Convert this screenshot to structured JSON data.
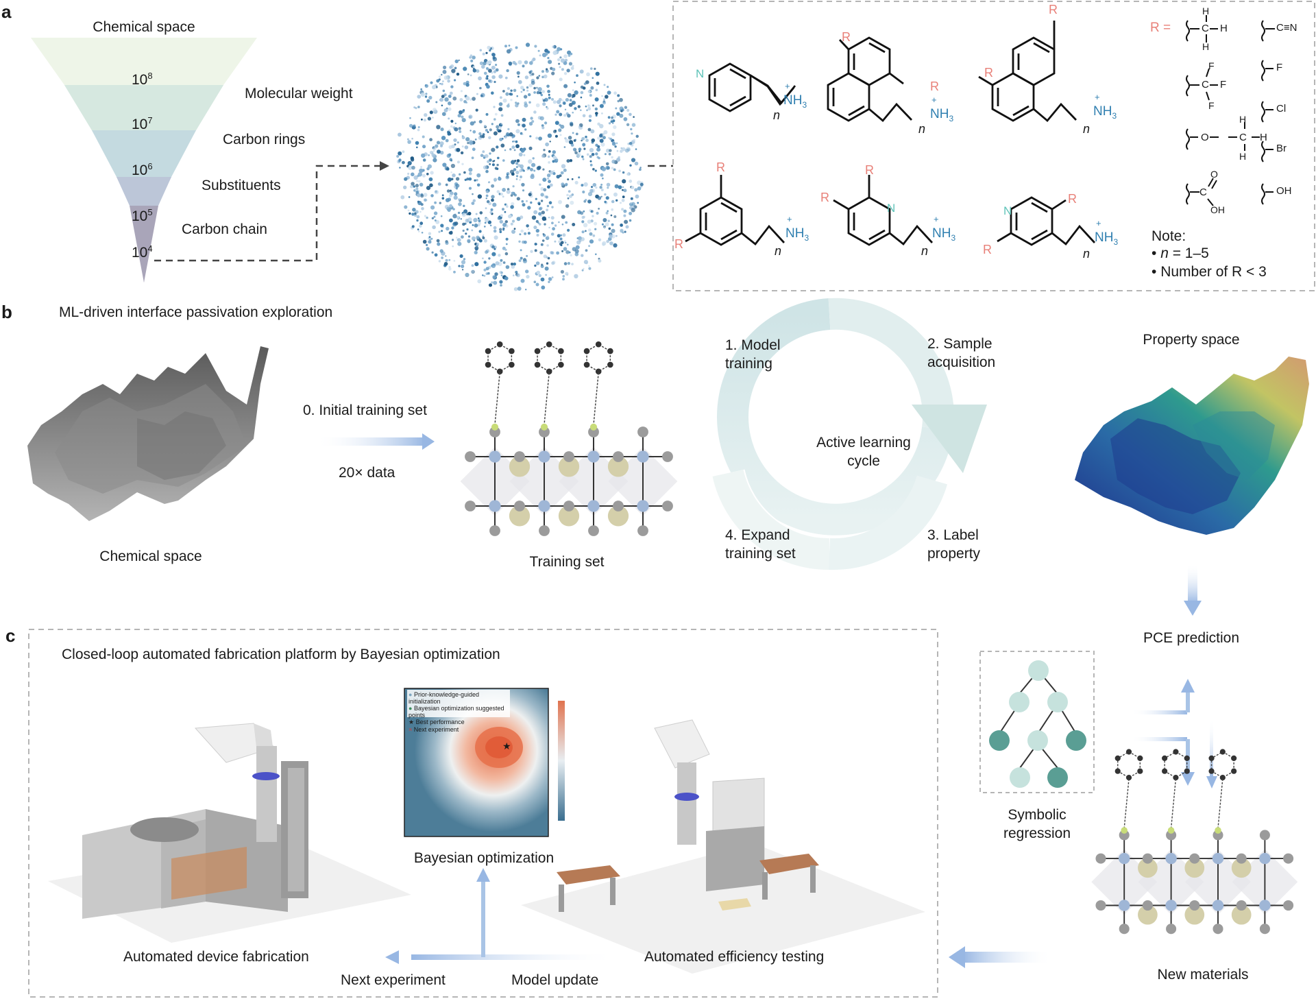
{
  "panels": {
    "a": "a",
    "b": "b",
    "c": "c"
  },
  "panel_a": {
    "funnel_title": "Chemical space",
    "levels": [
      {
        "mantissa": "10",
        "exp": "8",
        "label": "Molecular weight"
      },
      {
        "mantissa": "10",
        "exp": "7",
        "label": "Carbon rings"
      },
      {
        "mantissa": "10",
        "exp": "6",
        "label": "Substituents"
      },
      {
        "mantissa": "10",
        "exp": "5",
        "label": "Carbon chain"
      },
      {
        "mantissa": "10",
        "exp": "4",
        "label": ""
      }
    ],
    "molecules": {
      "r": "R",
      "n_atom": "N",
      "nh3": "NH",
      "nh3_sub": "3",
      "plus": "+",
      "n_index": "n"
    },
    "r_groups": {
      "title": "R =",
      "h": "H",
      "c": "C",
      "f": "F",
      "o": "O",
      "cn": "C≡N",
      "f_sub": "F",
      "cl": "Cl",
      "br": "Br",
      "oh": "OH",
      "oh2": "OH"
    },
    "note": {
      "title": "Note:",
      "line1_var": "n",
      "line1_rest": " = 1–5",
      "line2": "Number of R < 3"
    }
  },
  "panel_b": {
    "title": "ML-driven interface passivation exploration",
    "chem_space_label": "Chemical space",
    "initial_set": "0. Initial training set",
    "data_mult": "20× data",
    "training_set": "Training set",
    "cycle_center_1": "Active learning",
    "cycle_center_2": "cycle",
    "step1_a": "1. Model",
    "step1_b": "training",
    "step2_a": "2. Sample",
    "step2_b": "acquisition",
    "step3_a": "3. Label",
    "step3_b": "property",
    "step4_a": "4. Expand",
    "step4_b": "training set",
    "property_space": "Property space",
    "pce_prediction": "PCE prediction"
  },
  "panel_c": {
    "title": "Closed-loop automated fabrication platform by Bayesian optimization",
    "fabrication": "Automated device fabrication",
    "bayesian": "Bayesian optimization",
    "testing": "Automated efficiency testing",
    "next_experiment": "Next experiment",
    "model_update": "Model update",
    "legend": [
      "Prior-knowledge-guided initialization",
      "Bayesian optimization suggested points",
      "Best performance",
      "Next experiment"
    ],
    "symbolic_1": "Symbolic",
    "symbolic_2": "regression",
    "new_materials": "New materials"
  },
  "colors": {
    "accent_blue": "#2f7fb0",
    "accent_red": "#e88078",
    "teal_dark": "#5a9e94",
    "teal_light": "#c6e2dd",
    "arrow_blue": "#a9c4e6",
    "cycle": "#d2e8e8",
    "funnel_top": "#eef5e8",
    "funnel_bottom": "#a8a4b8"
  }
}
